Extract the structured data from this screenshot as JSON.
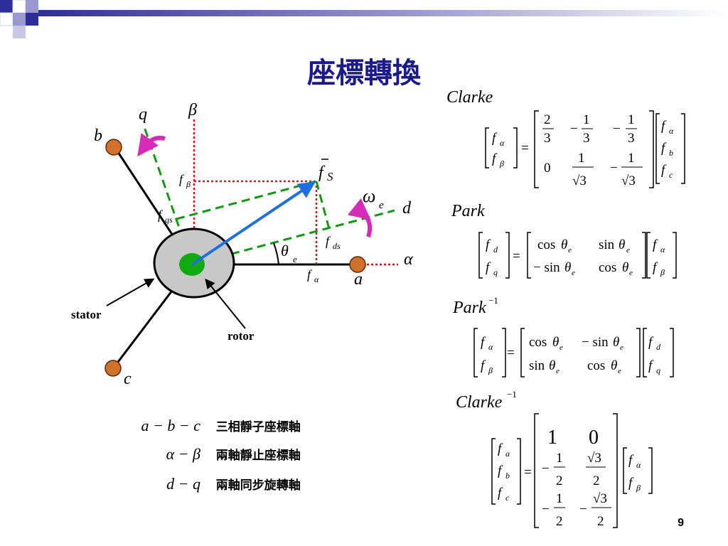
{
  "title": "座標轉換",
  "page_number": "9",
  "diagram": {
    "axis_q": "q",
    "axis_beta": "β",
    "axis_b": "b",
    "axis_d": "d",
    "axis_alpha": "α",
    "axis_a": "a",
    "axis_c": "c",
    "vec_fs": "f",
    "vec_fs_sub": "S",
    "omega": "ω",
    "omega_sub": "e",
    "theta": "θ",
    "theta_sub": "e",
    "f_beta": "f",
    "f_beta_sub": "β",
    "f_qs": "f",
    "f_qs_sub": "qs",
    "f_ds": "f",
    "f_ds_sub": "ds",
    "f_alpha": "f",
    "f_alpha_sub": "α",
    "stator": "stator",
    "rotor": "rotor"
  },
  "legend": [
    {
      "symbol": "a − b − c",
      "text": "三相靜子座標軸"
    },
    {
      "symbol": "α − β",
      "text": "兩軸靜止座標軸"
    },
    {
      "symbol": "d − q",
      "text": "兩軸同步旋轉軸"
    }
  ],
  "equations": {
    "clarke": "Clarke",
    "park": "Park",
    "park_inv": "Park",
    "park_inv_sup": "−1",
    "clarke_inv": "Clarke",
    "clarke_inv_sup": "−1",
    "cos": "cos",
    "sin": "sin",
    "minus_sin": "− sin",
    "minus": "−",
    "eq": "=",
    "one": "1",
    "two": "2",
    "three": "3",
    "zero": "0",
    "sqrt3": "√3",
    "f": "f"
  },
  "colors": {
    "title": "#1a1a8c",
    "vector": "#1f6fe0",
    "dq_axes": "#119911",
    "alpha_beta_axes": "#dd1111",
    "omega_arrow": "#d62ab8",
    "terminal": "#d0722a",
    "stator": "#c8c8c8",
    "rotor": "#11aa11"
  }
}
